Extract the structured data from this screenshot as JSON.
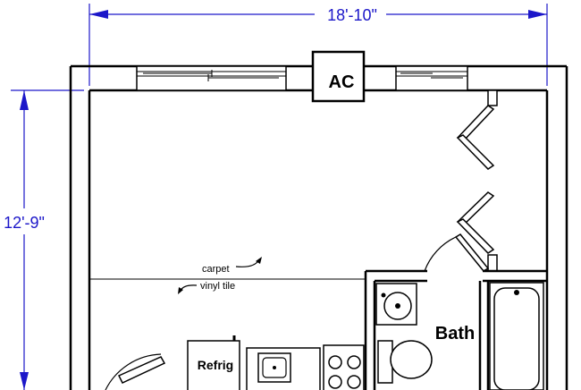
{
  "dimensions": {
    "width_label": "18'-10\"",
    "height_label": "12'-9\""
  },
  "fixtures": {
    "ac_label": "AC",
    "refrigerator_label": "Refrig",
    "bath_label": "Bath"
  },
  "flooring": {
    "upper_label": "carpet",
    "lower_label": "vinyl tile"
  },
  "colors": {
    "dimension_line": "#1c17c9",
    "wall": "#000000",
    "fixture_fill": "#ffffff"
  }
}
